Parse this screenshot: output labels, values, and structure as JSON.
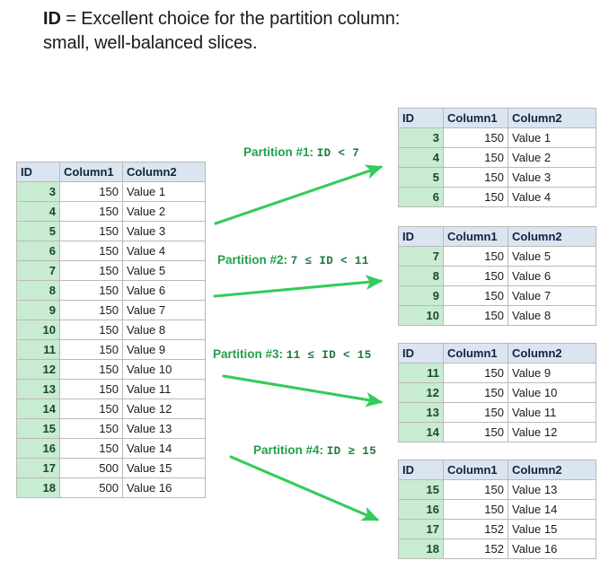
{
  "title": {
    "key": "ID",
    "rest": " = Excellent choice for the partition column: small, well-balanced slices."
  },
  "colors": {
    "arrow_green": "#33cc5a",
    "label_green": "#22a04a",
    "condition_green": "#1f7a3c",
    "header_blue": "#dbe5f1",
    "id_cell_green": "#c9ebd2",
    "border_gray": "#b9b9b9"
  },
  "columns": [
    "ID",
    "Column1",
    "Column2"
  ],
  "source_table": {
    "name": "source-table",
    "rows": [
      [
        "3",
        "150",
        "Value 1"
      ],
      [
        "4",
        "150",
        "Value 2"
      ],
      [
        "5",
        "150",
        "Value 3"
      ],
      [
        "6",
        "150",
        "Value 4"
      ],
      [
        "7",
        "150",
        "Value 5"
      ],
      [
        "8",
        "150",
        "Value 6"
      ],
      [
        "9",
        "150",
        "Value 7"
      ],
      [
        "10",
        "150",
        "Value 8"
      ],
      [
        "11",
        "150",
        "Value 9"
      ],
      [
        "12",
        "150",
        "Value 10"
      ],
      [
        "13",
        "150",
        "Value 11"
      ],
      [
        "14",
        "150",
        "Value 12"
      ],
      [
        "15",
        "150",
        "Value 13"
      ],
      [
        "16",
        "150",
        "Value 14"
      ],
      [
        "17",
        "500",
        "Value 15"
      ],
      [
        "18",
        "500",
        "Value 16"
      ]
    ]
  },
  "partitions": [
    {
      "label": "Partition #1:",
      "condition": "ID < 7",
      "rows": [
        [
          "3",
          "150",
          "Value 1"
        ],
        [
          "4",
          "150",
          "Value 2"
        ],
        [
          "5",
          "150",
          "Value 3"
        ],
        [
          "6",
          "150",
          "Value 4"
        ]
      ]
    },
    {
      "label": "Partition #2:",
      "condition": "7 ≤ ID < 11",
      "rows": [
        [
          "7",
          "150",
          "Value 5"
        ],
        [
          "8",
          "150",
          "Value 6"
        ],
        [
          "9",
          "150",
          "Value 7"
        ],
        [
          "10",
          "150",
          "Value 8"
        ]
      ]
    },
    {
      "label": "Partition #3:",
      "condition": "11 ≤ ID < 15",
      "rows": [
        [
          "11",
          "150",
          "Value 9"
        ],
        [
          "12",
          "150",
          "Value 10"
        ],
        [
          "13",
          "150",
          "Value 11"
        ],
        [
          "14",
          "150",
          "Value 12"
        ]
      ]
    },
    {
      "label": "Partition #4:",
      "condition": "ID ≥ 15",
      "rows": [
        [
          "15",
          "150",
          "Value 13"
        ],
        [
          "16",
          "150",
          "Value 14"
        ],
        [
          "17",
          "152",
          "Value 15"
        ],
        [
          "18",
          "152",
          "Value 16"
        ]
      ]
    }
  ]
}
